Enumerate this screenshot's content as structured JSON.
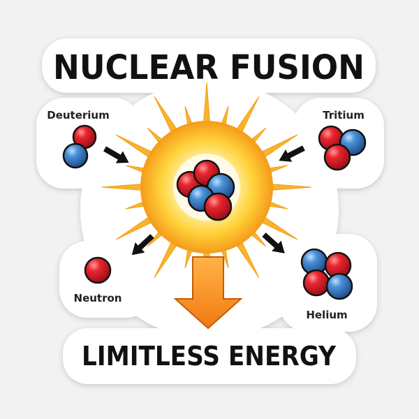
{
  "title": "NUCLEAR FUSION",
  "subtitle": "LIMITLESS ENERGY",
  "labels": {
    "deuterium": "Deuterium",
    "tritium": "Tritium",
    "neutron": "Neutron",
    "helium": "Helium"
  },
  "colors": {
    "background": "#f2f2f2",
    "sticker": "#ffffff",
    "proton": "#e0202a",
    "neutron": "#3f86cc",
    "burst_core": "#fffbe0",
    "burst_glow": "#ffd23a",
    "burst_edge": "#f59a1a",
    "ray": "#f6b52a",
    "energy_arrow": "#f58a1f",
    "ink": "#111111"
  },
  "icons": {
    "reaction_arrow": "black-arrow-icon",
    "energy_arrow": "orange-down-arrow-icon",
    "burst": "starburst-icon",
    "nucleon_red": "proton-sphere",
    "nucleon_blue": "neutron-sphere"
  }
}
